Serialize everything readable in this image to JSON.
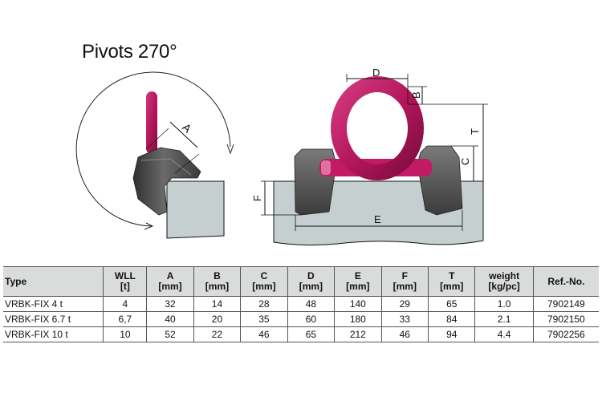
{
  "figure": {
    "pivot_label": "Pivots 270°",
    "dimension_letters": {
      "A": "A",
      "B": "B",
      "C": "C",
      "D": "D",
      "E": "E",
      "F": "F",
      "T": "T"
    },
    "colors": {
      "ring": "#b5175c",
      "base": "#4a4a4a",
      "surface": "#c5cfcf",
      "line": "#111111"
    }
  },
  "table": {
    "headers": [
      {
        "line1": "Type",
        "line2": ""
      },
      {
        "line1": "WLL",
        "line2": "[t]"
      },
      {
        "line1": "A",
        "line2": "[mm]"
      },
      {
        "line1": "B",
        "line2": "[mm]"
      },
      {
        "line1": "C",
        "line2": "[mm]"
      },
      {
        "line1": "D",
        "line2": "[mm]"
      },
      {
        "line1": "E",
        "line2": "[mm]"
      },
      {
        "line1": "F",
        "line2": "[mm]"
      },
      {
        "line1": "T",
        "line2": "[mm]"
      },
      {
        "line1": "weight",
        "line2": "[kg/pc]"
      },
      {
        "line1": "Ref.-No.",
        "line2": ""
      }
    ],
    "rows": [
      [
        "VRBK-FIX 4 t",
        "4",
        "32",
        "14",
        "28",
        "48",
        "140",
        "29",
        "65",
        "1.0",
        "7902149"
      ],
      [
        "VRBK-FIX 6.7 t",
        "6,7",
        "40",
        "20",
        "35",
        "60",
        "180",
        "33",
        "84",
        "2.1",
        "7902150"
      ],
      [
        "VRBK-FIX 10 t",
        "10",
        "52",
        "22",
        "46",
        "65",
        "212",
        "46",
        "94",
        "4.4",
        "7902256"
      ]
    ]
  }
}
